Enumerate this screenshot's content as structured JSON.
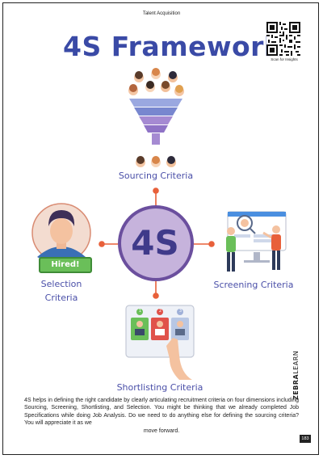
{
  "header": {
    "section": "Talent Acquisition"
  },
  "title": "4S Framework",
  "qr": {
    "caption": "Scan for Insights"
  },
  "diagram": {
    "center": "4S",
    "sourcing": "Sourcing Criteria",
    "screening": "Screening Criteria",
    "shortlisting": "Shortlisting Criteria",
    "selection_line1": "Selection",
    "selection_line2": "Criteria",
    "hired_badge": "Hired!",
    "shortlist_numbers": [
      "1",
      "2",
      "3"
    ]
  },
  "body": {
    "paragraph": "4S helps in defining the right candidate by clearly articulating recruitment criteria on four dimensions including Sourcing, Screening, Shortlisting, and Selection. You might be thinking that we already completed Job Specifications while doing Job Analysis. Do we need to do anything else for defining the sourcing criteria? You will appreciate it as we",
    "paragraph_end": "move forward."
  },
  "brand": {
    "bold": "ZEBRA",
    "light": "LEARN"
  },
  "page_number": "183",
  "colors": {
    "title": "#3a4aa6",
    "label": "#4a4fa8",
    "connector": "#e8603a",
    "center_fill": "#c6b3dc",
    "center_ring": "#6b4f9e"
  }
}
